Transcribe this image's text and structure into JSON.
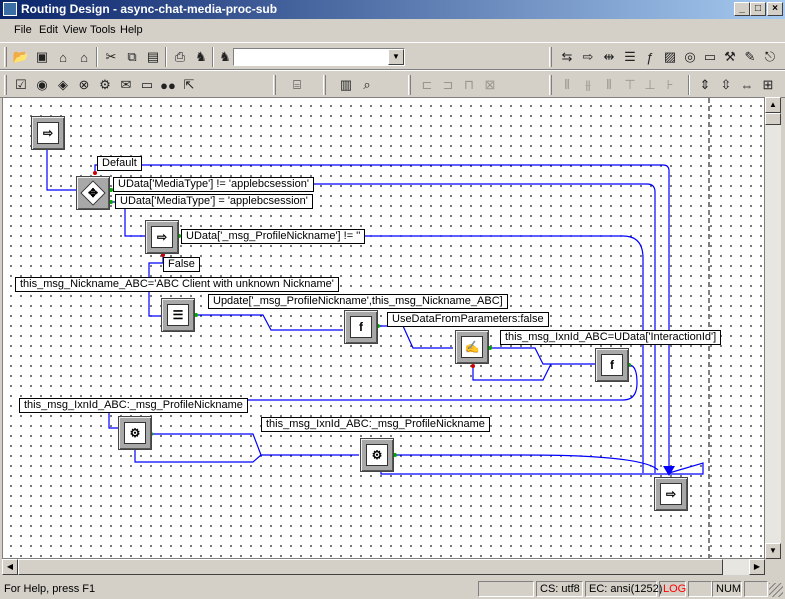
{
  "window": {
    "title": "Routing Design - async-chat-media-proc-sub"
  },
  "menu": {
    "file": "File",
    "edit": "Edit",
    "view": "View",
    "tools": "Tools",
    "help": "Help"
  },
  "labels": {
    "default": "Default",
    "cond_ne": "UData['MediaType'] != 'applebcsession'",
    "cond_eq": "UData['MediaType'] = 'applebcsession'",
    "nick_ne": "UData['_msg_ProfileNickname'] != ''",
    "false": "False",
    "nickname_assign": "this_msg_Nickname_ABC='ABC Client with unknown Nickname'",
    "update": "Update['_msg_ProfileNickname',this_msg_Nickname_ABC]",
    "use_data": "UseDataFromParameters:false",
    "ixn_assign": "this_msg_IxnId_ABC=UData['InteractionId']",
    "ixn_nick1": "this_msg_IxnId_ABC:_msg_ProfileNickname",
    "ixn_nick2": "this_msg_IxnId_ABC:_msg_ProfileNickname"
  },
  "status": {
    "help": "For Help, press F1",
    "cs": "CS: utf8",
    "ec": "EC: ansi(1252)",
    "log": "LOG",
    "num": "NUM"
  },
  "colors": {
    "link": "#0000ff",
    "log": "#ff0000",
    "title_start": "#0a246a"
  }
}
